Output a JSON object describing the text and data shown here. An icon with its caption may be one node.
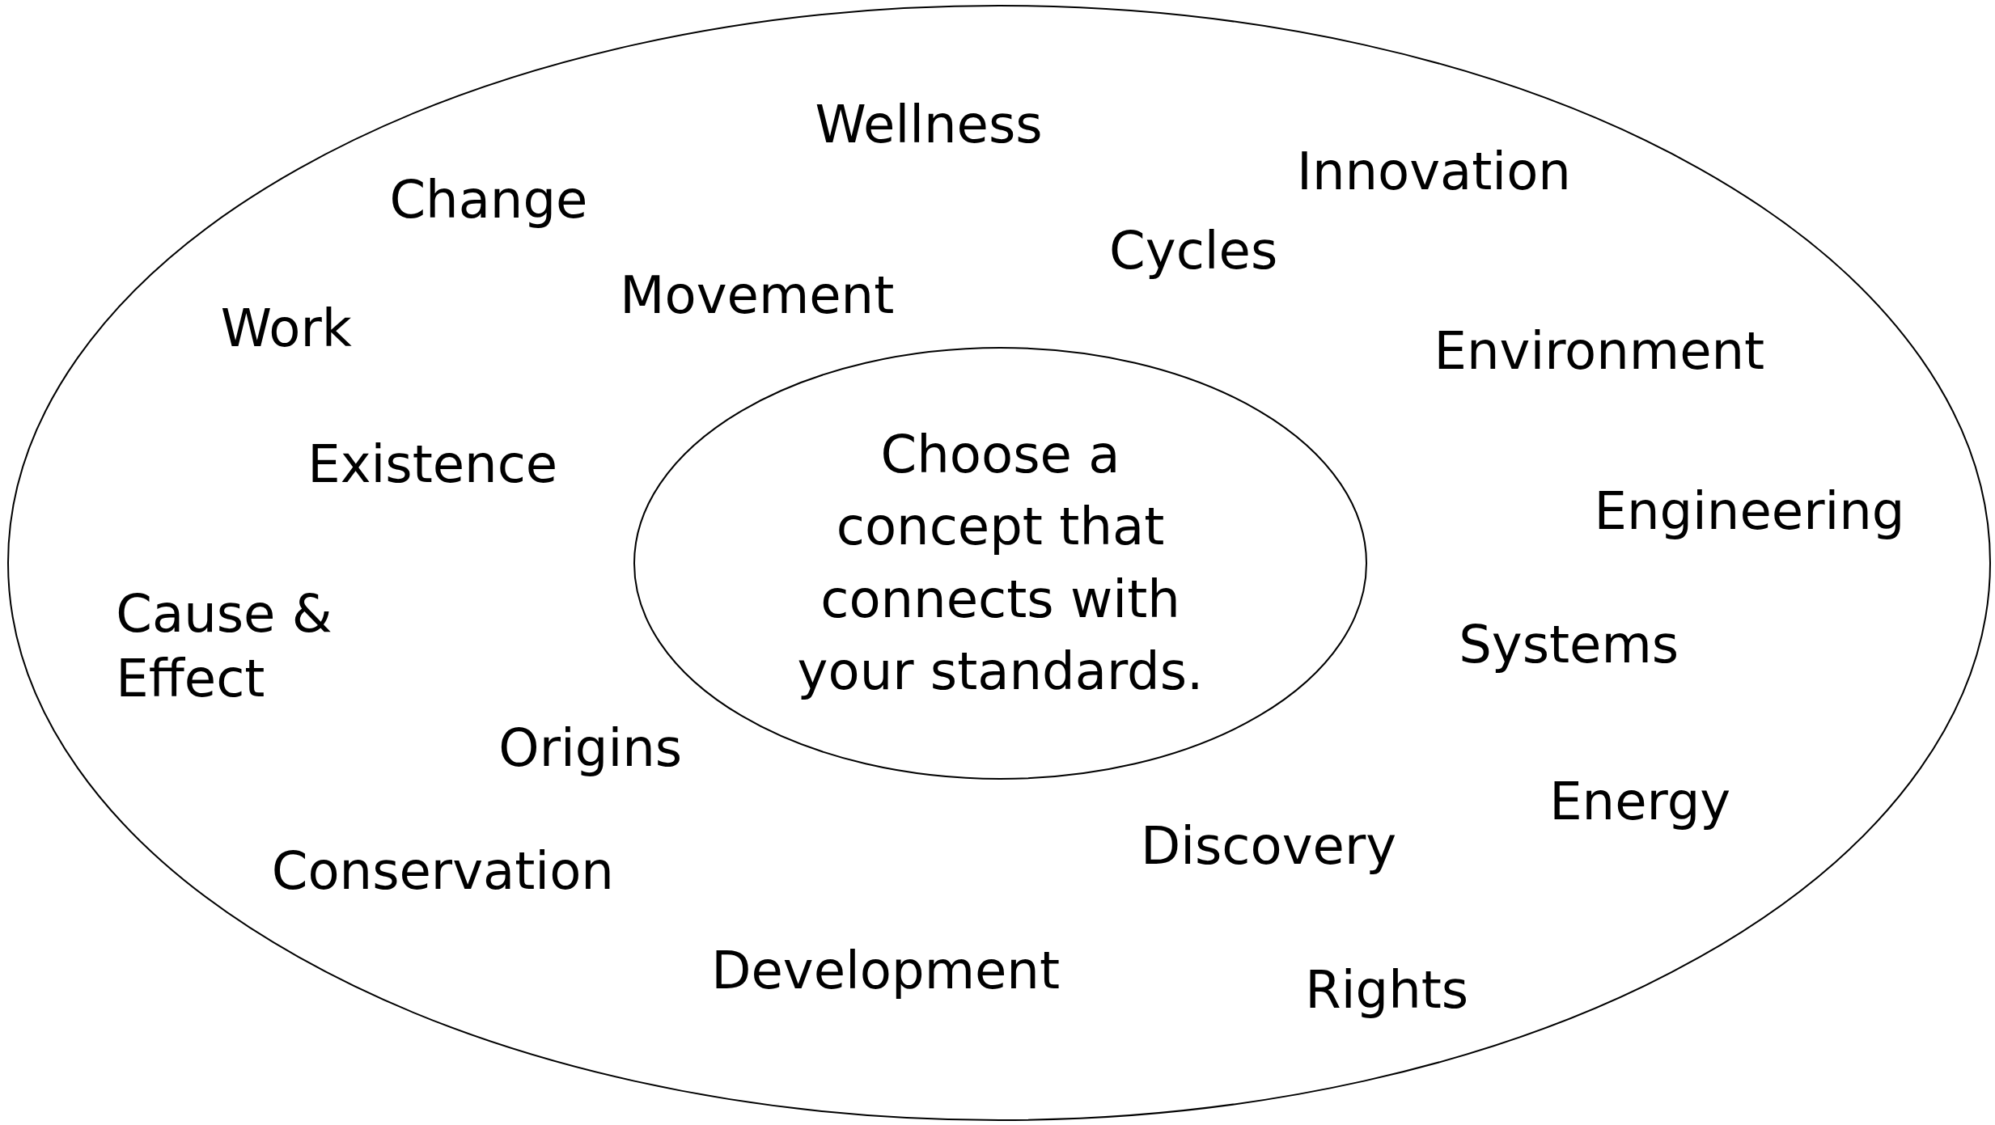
{
  "diagram": {
    "nodes": [
      {
        "text": [],
        "shape": "circle"
      },
      {
        "text": [
          "Choose a concept that connects with your standards."
        ],
        "in": 0
      }
    ],
    "labels": [
      "Wellness",
      "Innovation",
      "Change",
      "Cycles",
      "Movement",
      "Work",
      "Environment",
      "Existence",
      "Engineering",
      "Cause & Effect",
      "Systems",
      "Origins",
      "Energy",
      "Discovery",
      "Conservation",
      "Development",
      "Rights"
    ]
  }
}
